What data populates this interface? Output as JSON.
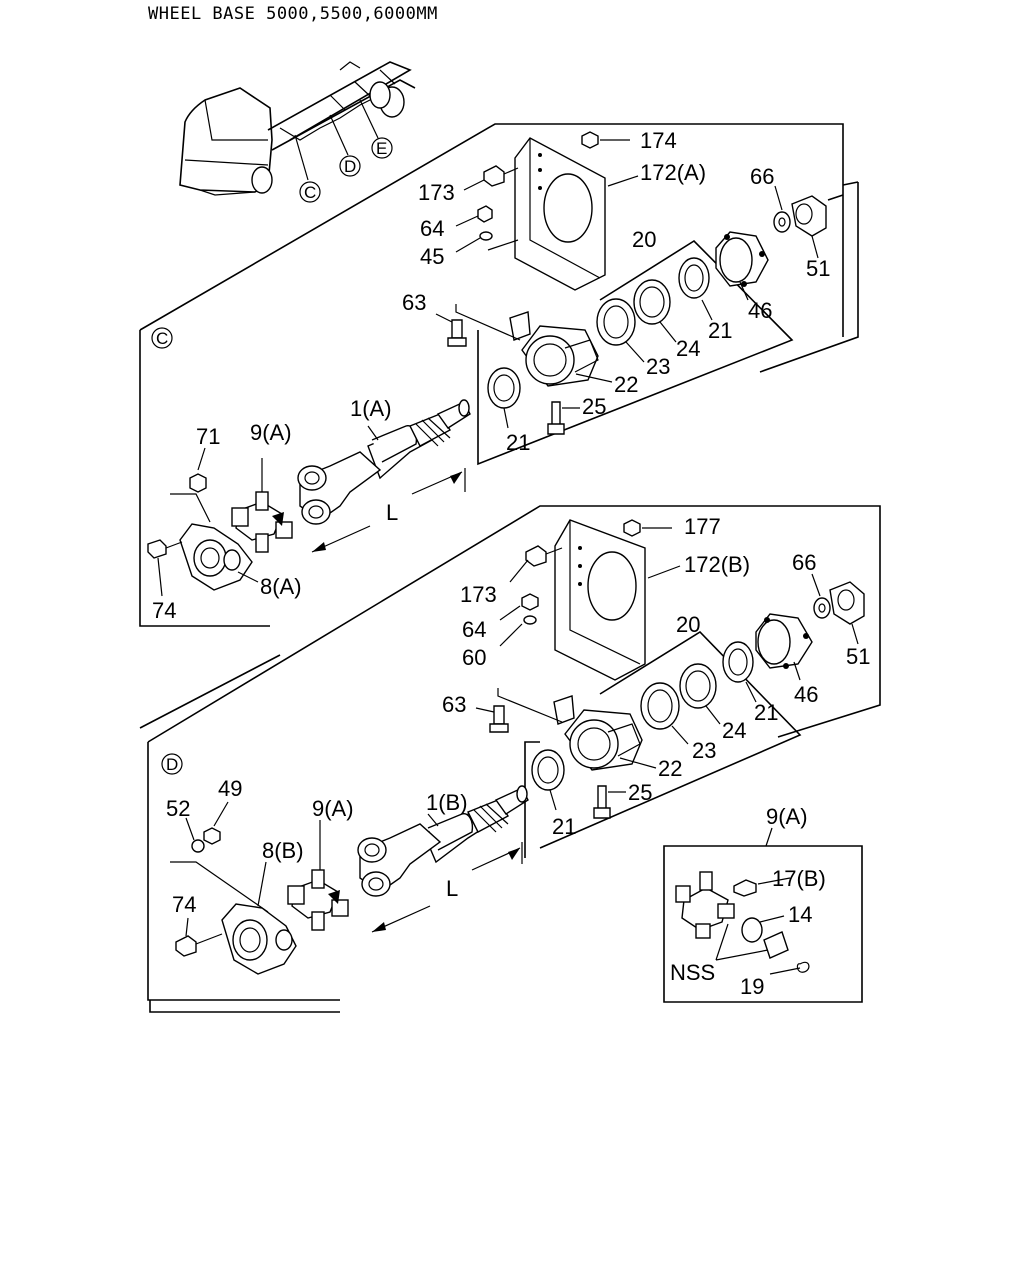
{
  "title": "WHEEL BASE 5000,5500,6000MM",
  "truck": {
    "callouts": [
      "C",
      "D",
      "E"
    ]
  },
  "section_c": {
    "marker": "C",
    "labels": {
      "p174": "174",
      "p172a": "172(A)",
      "p173": "173",
      "p66": "66",
      "p64": "64",
      "p45": "45",
      "p20": "20",
      "p51": "51",
      "p46": "46",
      "p63": "63",
      "p21a": "21",
      "p24": "24",
      "p23": "23",
      "p22": "22",
      "p25": "25",
      "p21b": "21",
      "p1a": "1(A)",
      "p71": "71",
      "p9a": "9(A)",
      "L": "L",
      "p8a": "8(A)",
      "p74": "74"
    }
  },
  "section_d": {
    "marker": "D",
    "labels": {
      "p177": "177",
      "p172b": "172(B)",
      "p173": "173",
      "p66": "66",
      "p64": "64",
      "p60": "60",
      "p20": "20",
      "p51": "51",
      "p46": "46",
      "p63": "63",
      "p21a": "21",
      "p24": "24",
      "p23": "23",
      "p22": "22",
      "p25": "25",
      "p21b": "21",
      "p1b": "1(B)",
      "p49": "49",
      "p52": "52",
      "p9a": "9(A)",
      "p8b": "8(B)",
      "L": "L",
      "p74": "74"
    }
  },
  "detail_9a": {
    "title": "9(A)",
    "labels": {
      "p17b": "17(B)",
      "p14": "14",
      "nss": "NSS",
      "p19": "19"
    }
  }
}
